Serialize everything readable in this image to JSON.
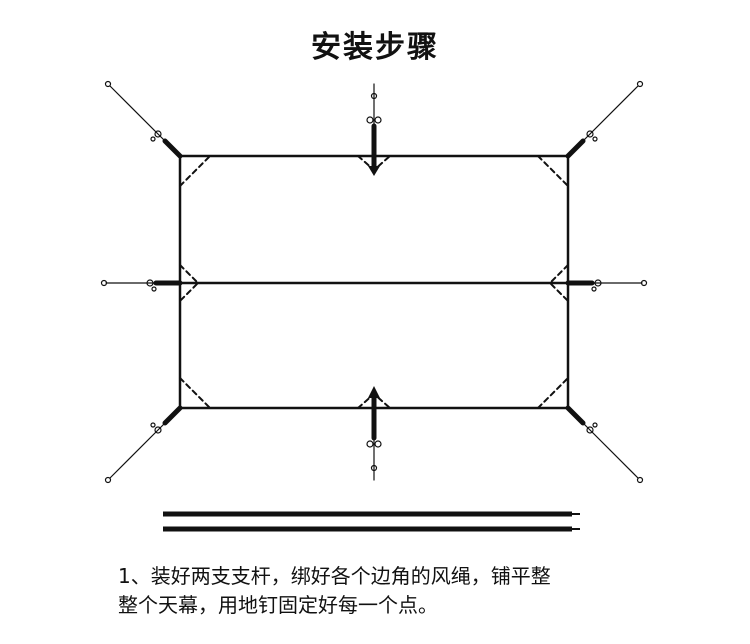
{
  "title": "安装步骤",
  "caption": {
    "line1": "1、装好两支支杆，绑好各个边角的风绳，铺平整",
    "line2": "整个天幕，用地钉固定好每一个点。"
  }
}
